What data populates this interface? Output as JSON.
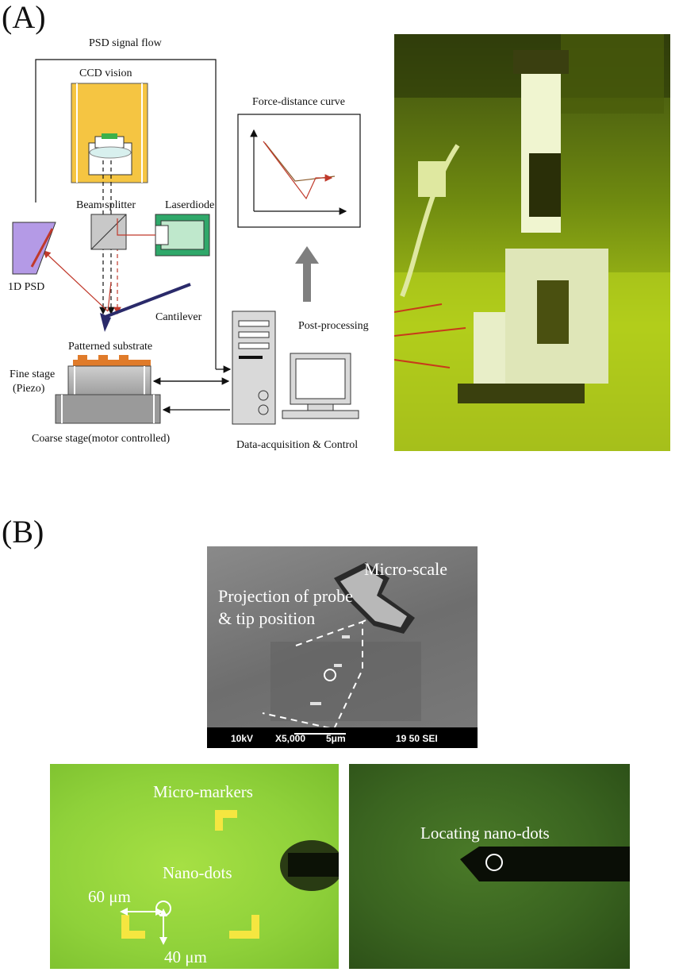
{
  "panel_a": {
    "label": "(A)",
    "schematic": {
      "psd_signal_flow": "PSD signal flow",
      "ccd_vision": "CCD vision",
      "beam_splitter": "Beam splitter",
      "laserdiode": "Laserdiode",
      "psd_1d": "1D PSD",
      "cantilever": "Cantilever",
      "patterned_substrate": "Patterned substrate",
      "fine_stage_line1": "Fine stage",
      "fine_stage_line2": "(Piezo)",
      "coarse_stage": "Coarse stage(motor controlled)",
      "force_distance_curve": "Force-distance curve",
      "post_processing": "Post-processing",
      "data_acquisition": "Data-acquisition & Control"
    },
    "photo": {
      "description_icon": "instrument-photo"
    }
  },
  "panel_b": {
    "label": "(B)",
    "sem": {
      "micro_scale": "Micro-scale",
      "projection_line1": "Projection of probe",
      "projection_line2": "& tip position",
      "info_bar": {
        "voltage": "10kV",
        "magnification": "X5,000",
        "scale": "5μm",
        "session": "19 50 SEI"
      }
    },
    "optical_left": {
      "micro_markers": "Micro-markers",
      "nano_dots": "Nano-dots",
      "dim_x": "60 μm",
      "dim_y": "40 μm"
    },
    "optical_right": {
      "locating": "Locating nano-dots"
    }
  },
  "colors": {
    "laser": "#c0392b",
    "ccd_body": "#f5c542",
    "laser_body": "#2fa86a",
    "psd": "#b49ae6",
    "substrate": "#e07b2a",
    "optical_green": "#8fd13a",
    "optical_dark": "#2f5a1e"
  }
}
